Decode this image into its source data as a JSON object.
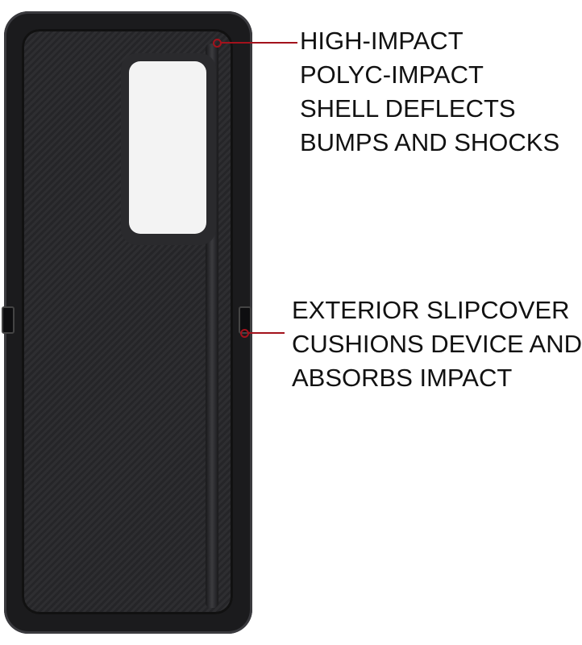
{
  "callouts": [
    {
      "lines": [
        "HIGH-IMPACT",
        "POLYC-IMPACT",
        "SHELL DEFLECTS",
        "BUMPS AND SHOCKS"
      ]
    },
    {
      "lines": [
        "EXTERIOR SLIPCOVER",
        "CUSHIONS DEVICE AND",
        "ABSORBS IMPACT"
      ]
    }
  ],
  "colors": {
    "callout_line": "#a3121c",
    "case": "#1b1b1d",
    "text": "#111111"
  }
}
